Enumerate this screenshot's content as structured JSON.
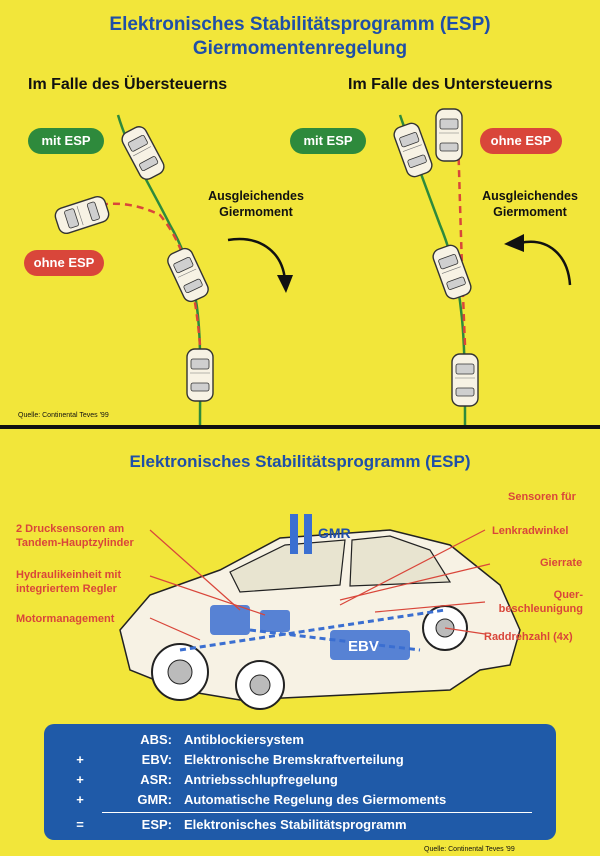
{
  "header": {
    "title_line1": "Elektronisches Stabilitätsprogramm (ESP)",
    "title_line2": "Giermomentenregelung"
  },
  "left_panel": {
    "heading": "Im Falle des Übersteuerns",
    "pill_with": "mit ESP",
    "pill_without": "ohne ESP",
    "moment_line1": "Ausgleichendes",
    "moment_line2": "Giermoment"
  },
  "right_panel": {
    "heading": "Im Falle des Untersteuerns",
    "pill_with": "mit ESP",
    "pill_without": "ohne ESP",
    "moment_line1": "Ausgleichendes",
    "moment_line2": "Giermoment"
  },
  "source_top": "Quelle: Continental Teves '99",
  "section2_title": "Elektronisches Stabilitätsprogramm (ESP)",
  "car_labels": {
    "gmr": "GMR",
    "ebv": "EBV",
    "left": [
      "2 Drucksensoren am",
      "Tandem-Hauptzylinder",
      "Hydraulikeinheit mit",
      "integriertem Regler",
      "Motormanagement"
    ],
    "right": [
      "Sensoren für",
      "Lenkradwinkel",
      "Gierrate",
      "Quer-",
      "beschleunigung",
      "Raddrehzahl (4x)"
    ]
  },
  "legend": [
    {
      "prefix": "",
      "abbr": "ABS:",
      "desc": "Antiblockiersystem"
    },
    {
      "prefix": "+",
      "abbr": "EBV:",
      "desc": "Elektronische Bremskraftverteilung"
    },
    {
      "prefix": "+",
      "abbr": "ASR:",
      "desc": "Antriebsschlupfregelung"
    },
    {
      "prefix": "+",
      "abbr": "GMR:",
      "desc": "Automatische Regelung des Giermoments"
    },
    {
      "prefix": "=",
      "abbr": "ESP:",
      "desc": "Elektronisches Stabilitätsprogramm"
    }
  ],
  "source_bottom": "Quelle: Continental Teves '99",
  "colors": {
    "background": "#f2e63a",
    "title_blue": "#1f4fa8",
    "green": "#2e8a3c",
    "red": "#d9463a",
    "legend_blue": "#1f5aa8"
  }
}
